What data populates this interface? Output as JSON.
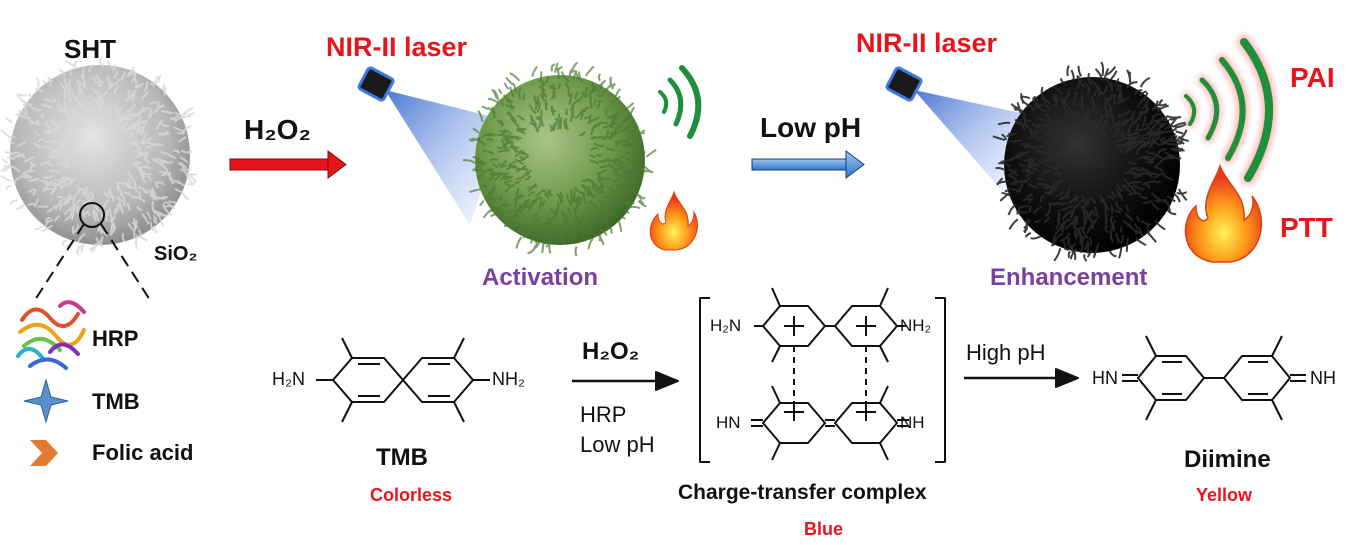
{
  "top": {
    "sht_label": "SHT",
    "sio2_label": "SiO₂",
    "arrow1_label": "H₂O₂",
    "arrow2_label": "Low pH",
    "laser1_label": "NIR-II laser",
    "laser2_label": "NIR-II laser",
    "activation_label": "Activation",
    "enhancement_label": "Enhancement",
    "pai_label": "PAI",
    "ptt_label": "PTT"
  },
  "legend": {
    "items": [
      {
        "label": "HRP",
        "icon": "protein-ribbon-icon"
      },
      {
        "label": "TMB",
        "icon": "blue-star-icon"
      },
      {
        "label": "Folic acid",
        "icon": "orange-chevron-icon"
      }
    ]
  },
  "reaction": {
    "tmb_name": "TMB",
    "tmb_color": "Colorless",
    "step1_reagent": "H₂O₂",
    "step1_catalyst": "HRP",
    "step1_condition": "Low pH",
    "ctc_name": "Charge-transfer complex",
    "ctc_color": "Blue",
    "step2_condition": "High pH",
    "diimine_name": "Diimine",
    "diimine_color": "Yellow",
    "groups": {
      "h2n": "H₂N",
      "nh2": "NH₂",
      "hn": "HN",
      "nh": "NH"
    }
  },
  "colors": {
    "label_red": "#e8141b",
    "label_purple": "#7b3fa0",
    "arrow_red": "#e8141b",
    "arrow_blue": "#4a8fd6",
    "nanoparticle_gray": "#b5b5b5",
    "nanoparticle_green": "#6f9a4a",
    "nanoparticle_black": "#0c0c0c",
    "signal_green": "#1e8f3a"
  }
}
